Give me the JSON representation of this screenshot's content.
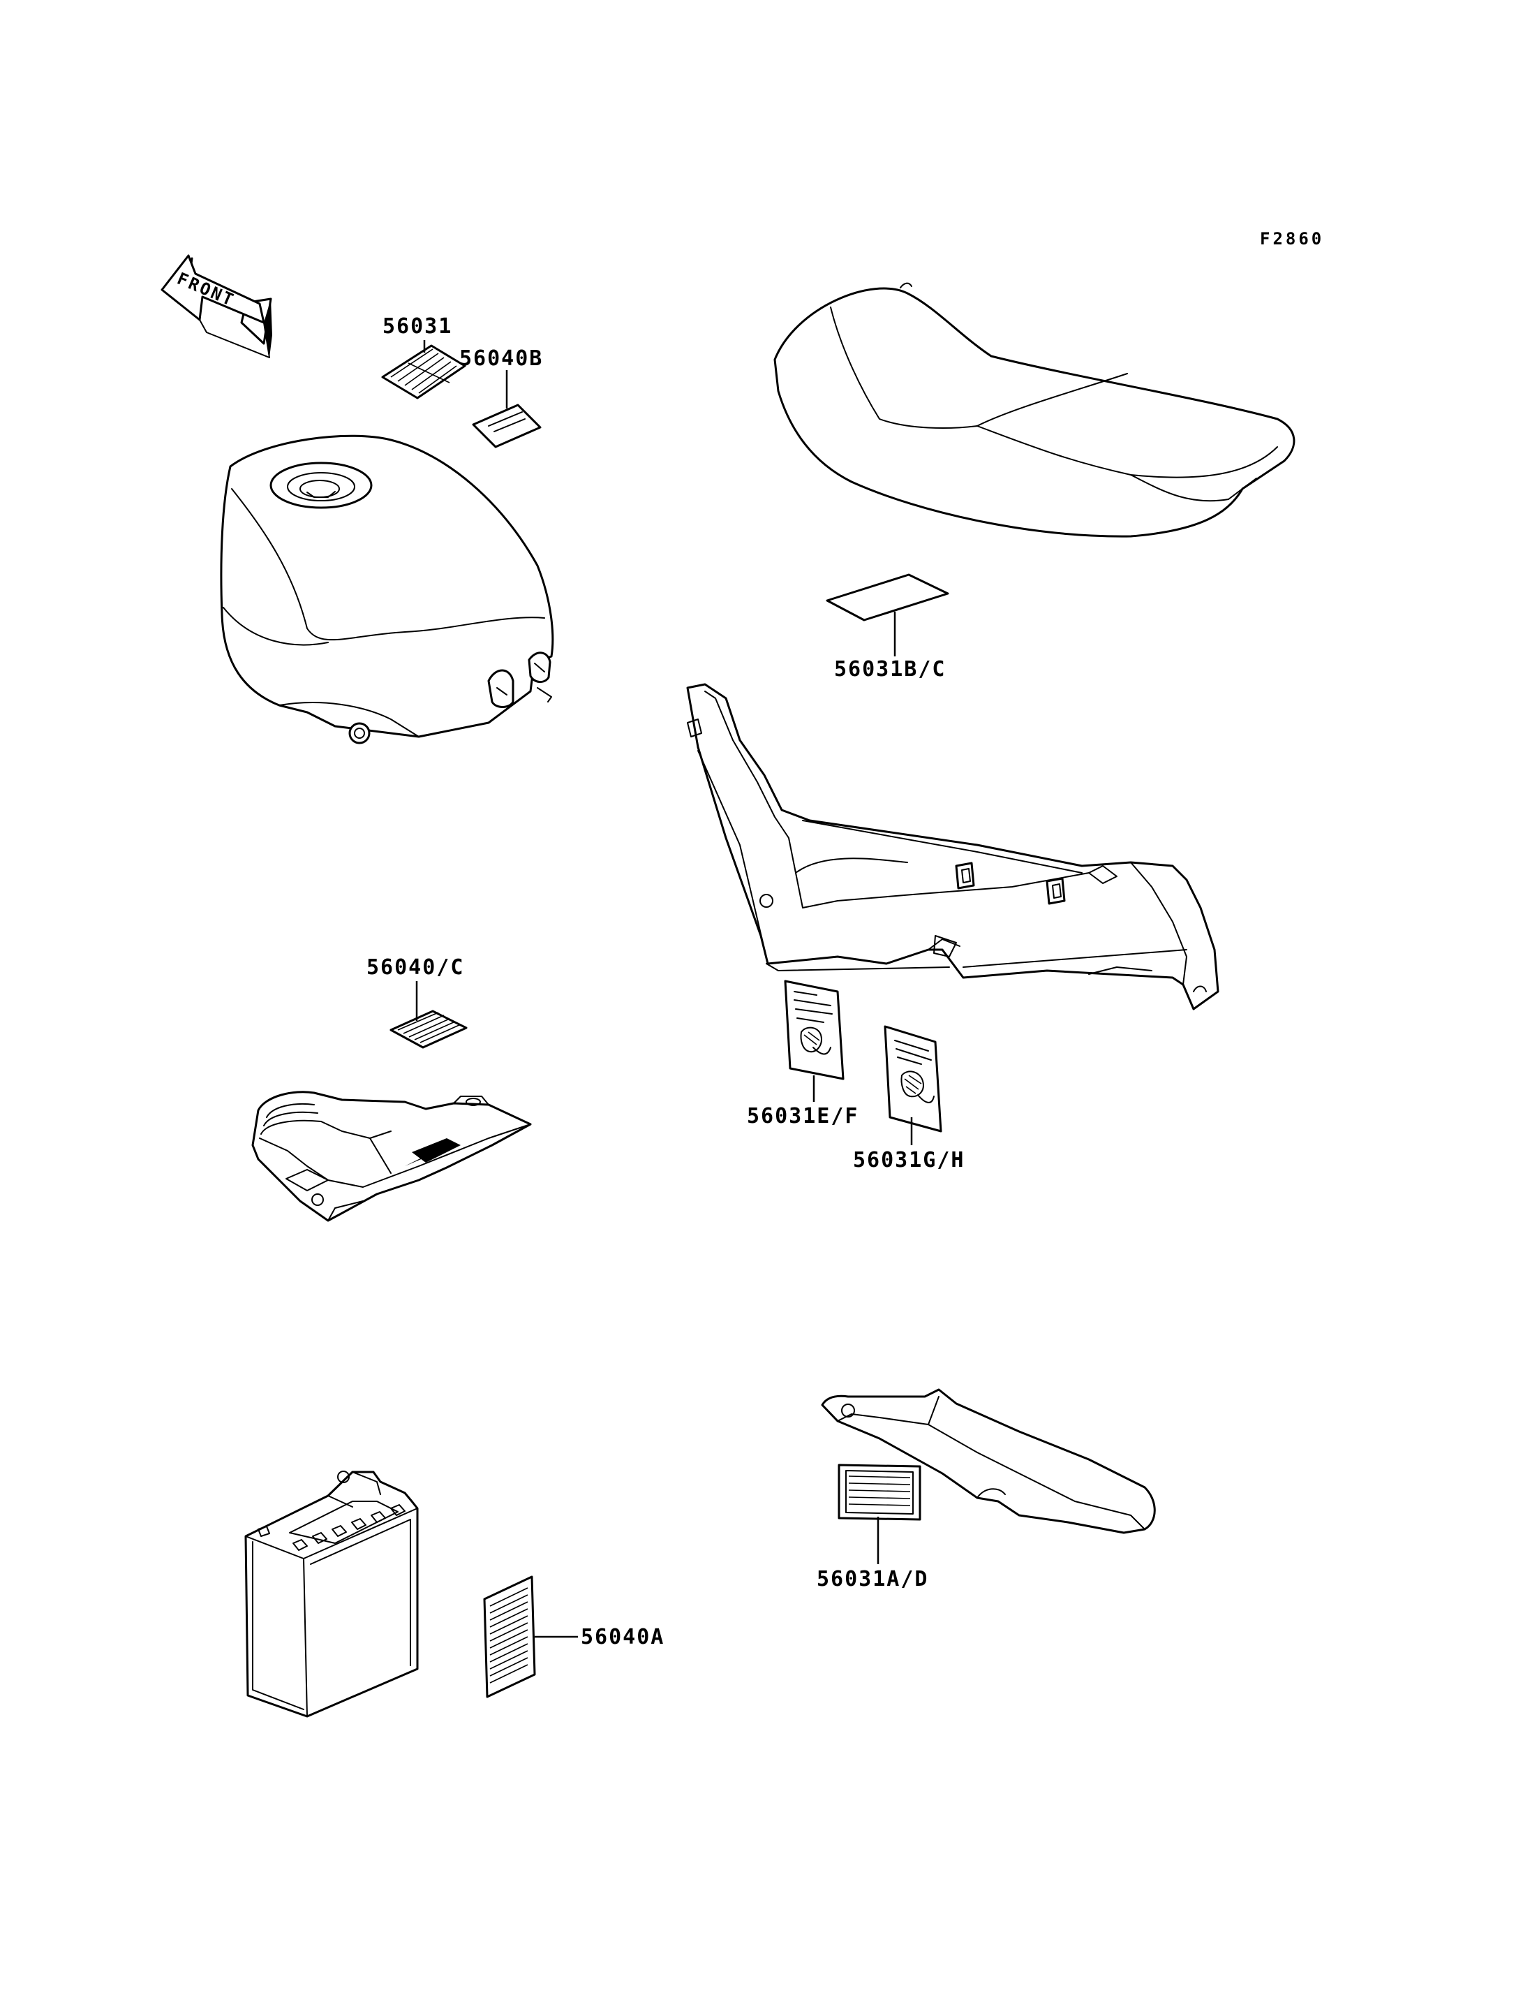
{
  "figure_id": "F2860",
  "front_arrow_label": "FRONT",
  "callouts": {
    "label_56031": "56031",
    "label_56040b": "56040B",
    "label_56031bc": "56031B/C",
    "label_56040c": "56040/C",
    "label_56031ef": "56031E/F",
    "label_56031gh": "56031G/H",
    "label_56031ad": "56031A/D",
    "label_56040a": "56040A"
  },
  "colors": {
    "line": "#000000",
    "background": "#ffffff"
  }
}
